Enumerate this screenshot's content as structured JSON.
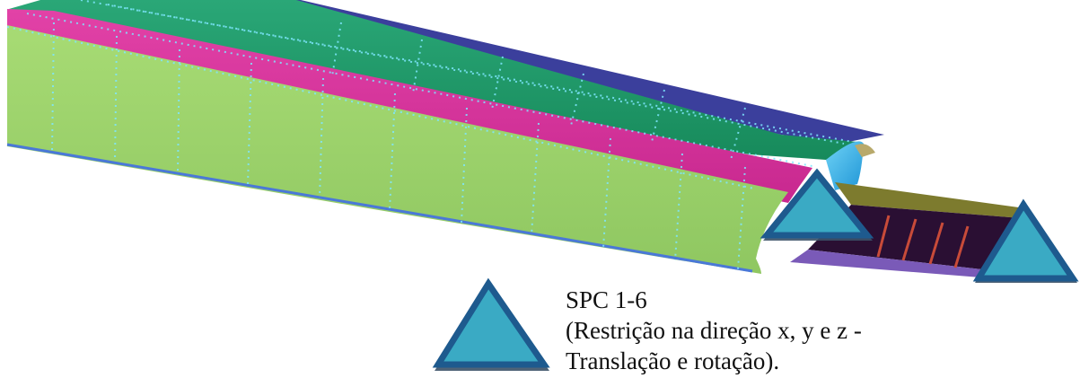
{
  "legend": {
    "lines": [
      "SPC 1-6",
      "(Restrição na direção x, y e z -",
      "Translação e rotação)."
    ]
  },
  "colors": {
    "wing_upper_band_dark_blue": "#3b3f9c",
    "wing_green_band": "#1f9a6a",
    "wing_magenta_band": "#d62f9d",
    "wing_lower_surface_light_green": "#9bd16c",
    "wing_edge_blue": "#4a78d8",
    "wing_tip_cyan": "#37b6ea",
    "box_olive_top": "#7d7b2e",
    "box_dark_interior": "#2a0f33",
    "box_rib_red": "#c84b39",
    "constraint_marker_fill": "#3aaac4",
    "constraint_marker_border": "#1e5a8e",
    "constraint_marker_shadow": "#3c5268",
    "mesh_dots": "#7fe7ff"
  },
  "icons": [
    "spc-constraint-marker-icon"
  ]
}
